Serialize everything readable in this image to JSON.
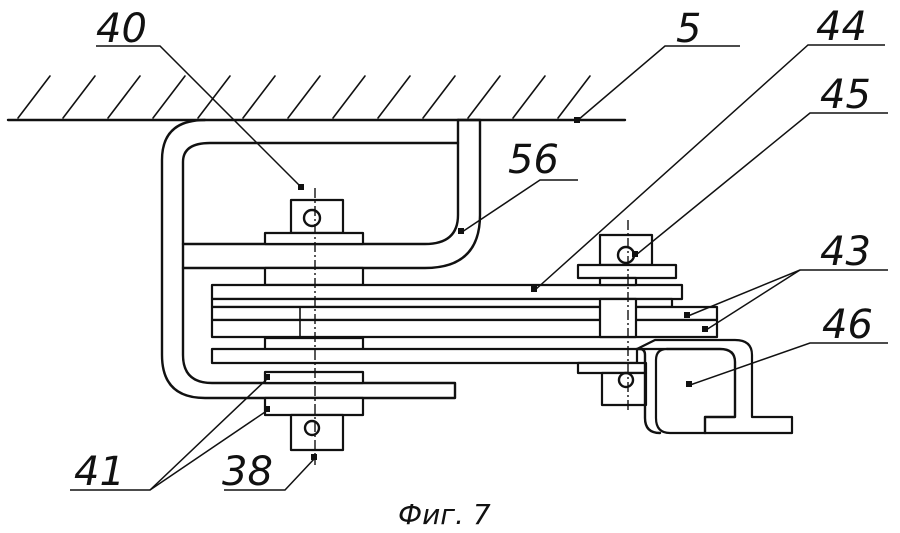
{
  "labels": {
    "l40": "40",
    "l5": "5",
    "l44": "44",
    "l45": "45",
    "l56": "56",
    "l43": "43",
    "l46": "46",
    "l41": "41",
    "l38": "38"
  },
  "caption": "Фиг. 7"
}
